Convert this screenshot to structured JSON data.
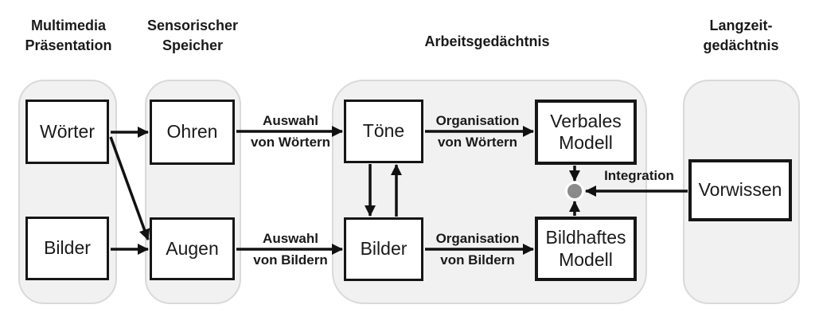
{
  "headers": {
    "multimedia": "Multimedia\nPräsentation",
    "sensory": "Sensorischer\nSpeicher",
    "working": "Arbeitsgedächtnis",
    "longterm": "Langzeit-\ngedächtnis"
  },
  "boxes": {
    "woerter": "Wörter",
    "bilder_presentation": "Bilder",
    "ohren": "Ohren",
    "augen": "Augen",
    "toene": "Töne",
    "bilder_working": "Bilder",
    "verbales_modell": "Verbales Modell",
    "bildhaftes_modell": "Bildhaftes Modell",
    "vorwissen": "Vorwissen"
  },
  "arrow_labels": {
    "auswahl_woerter": {
      "line1": "Auswahl",
      "line2": "von Wörtern"
    },
    "auswahl_bilder": {
      "line1": "Auswahl",
      "line2": "von Bildern"
    },
    "organisation_woerter": {
      "line1": "Organisation",
      "line2": "von Wörtern"
    },
    "organisation_bilder": {
      "line1": "Organisation",
      "line2": "von Bildern"
    },
    "integration": "Integration"
  },
  "icons": {
    "integration_dot": "integration-node-dot"
  },
  "colors": {
    "container_fill": "#f1f1f1",
    "container_border": "#d9d9d9",
    "box_border": "#161616",
    "arrow": "#111111",
    "dot_fill": "#8a8a8a",
    "text": "#1a1a1a"
  }
}
